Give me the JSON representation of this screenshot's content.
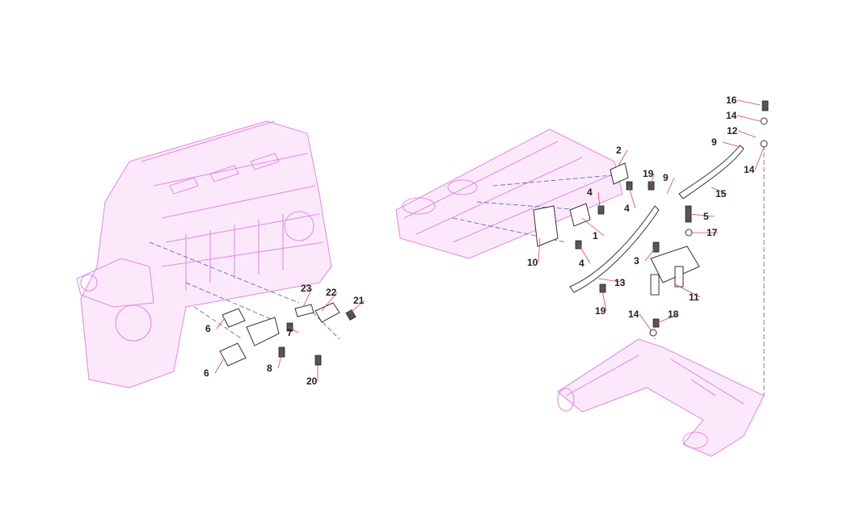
{
  "diagram": {
    "colors": {
      "engine_outline": "#e58ce8",
      "leader": "#e0404a",
      "centerline": "#5a5aa8"
    },
    "callouts": [
      "16",
      "14",
      "12",
      "9",
      "14",
      "15",
      "2",
      "19",
      "9",
      "4",
      "4",
      "5",
      "17",
      "1",
      "10",
      "4",
      "3",
      "11",
      "13",
      "19",
      "14",
      "18",
      "23",
      "22",
      "21",
      "6",
      "7",
      "6",
      "8",
      "20"
    ]
  }
}
